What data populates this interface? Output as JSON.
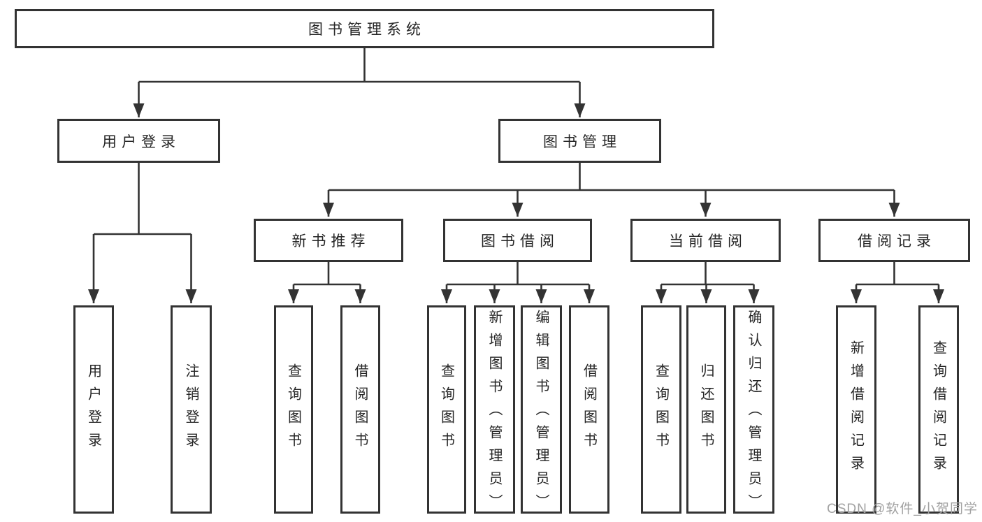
{
  "title_hint": "library-management-system-function-structure-diagram",
  "colors": {
    "line": "#333333",
    "text": "#262626",
    "watermark": "#a1a1a1",
    "bg": "#ffffff"
  },
  "tree": {
    "label": "图书管理系统",
    "children": [
      {
        "label": "用户登录",
        "children": [
          {
            "label": "用户登录"
          },
          {
            "label": "注销登录"
          }
        ]
      },
      {
        "label": "图书管理",
        "children": [
          {
            "label": "新书推荐",
            "children": [
              {
                "label": "查询图书"
              },
              {
                "label": "借阅图书"
              }
            ]
          },
          {
            "label": "图书借阅",
            "children": [
              {
                "label": "查询图书"
              },
              {
                "label": "新增图书（管理员）"
              },
              {
                "label": "编辑图书（管理员）"
              },
              {
                "label": "借阅图书"
              }
            ]
          },
          {
            "label": "当前借阅",
            "children": [
              {
                "label": "查询图书"
              },
              {
                "label": "归还图书"
              },
              {
                "label": "确认归还（管理员）"
              }
            ]
          },
          {
            "label": "借阅记录",
            "children": [
              {
                "label": "新增借阅记录"
              },
              {
                "label": "查询借阅记录"
              }
            ]
          }
        ]
      }
    ]
  },
  "watermark": {
    "text": "CSDN @软件_小贺同学"
  }
}
